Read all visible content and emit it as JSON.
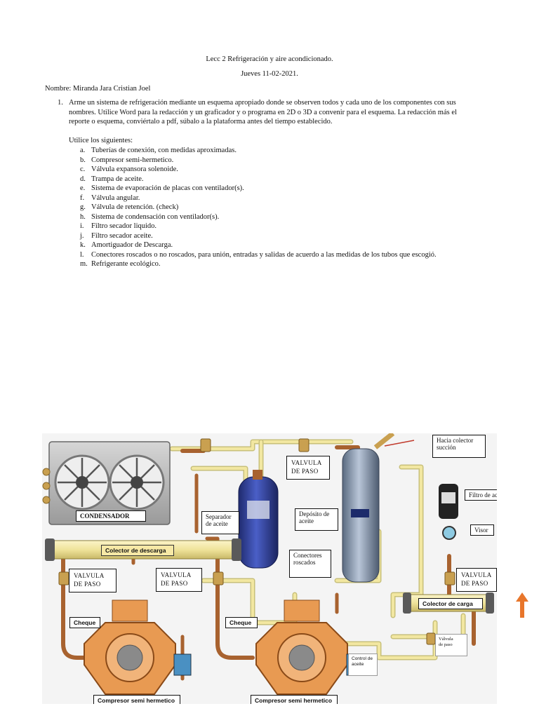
{
  "document": {
    "title": "Lecc 2 Refrigeración y aire acondicionado.",
    "date": "Jueves 11-02-2021.",
    "name_line": "Nombre: Miranda Jara Cristian Joel",
    "item1_number": "1.",
    "item1_lines": [
      "Arme un sistema de refrigeración mediante un esquema apropiado donde se observen todos y cada uno de los componentes con sus",
      "nombres. Utilice Word para la redacción y un graficador y o programa en 2D o 3D a convenir para el esquema. La redacción más el",
      "reporte o esquema, conviértalo a pdf, súbalo a la plataforma antes del tiempo establecido."
    ],
    "use_following": "Utilice los siguientes:",
    "list": [
      {
        "letter": "a.",
        "text": "Tuberías de conexión, con medidas aproximadas."
      },
      {
        "letter": "b.",
        "text": "Compresor semi-hermetico."
      },
      {
        "letter": "c.",
        "text": "Válvula expansora solenoide."
      },
      {
        "letter": "d.",
        "text": "Trampa de aceite."
      },
      {
        "letter": "e.",
        "text": "Sistema de evaporación de placas con ventilador(s)."
      },
      {
        "letter": "f.",
        "text": "Válvula angular."
      },
      {
        "letter": "g.",
        "text": "Válvula de retención. (check)"
      },
      {
        "letter": "h.",
        "text": "Sistema de condensación con ventilador(s)."
      },
      {
        "letter": "i.",
        "text": "Filtro secador liquido."
      },
      {
        "letter": "j.",
        "text": "Filtro secador aceite."
      },
      {
        "letter": "k.",
        "text": "Amortiguador de Descarga."
      },
      {
        "letter": "l.",
        "text": "Conectores roscados o no roscados, para unión, entradas y salidas de acuerdo a las medidas de los tubos que escogió."
      },
      {
        "letter": "m.",
        "text": "Refrigerante ecológico."
      }
    ]
  },
  "diagram": {
    "labels": {
      "condensador": "CONDENSADOR",
      "separador_1": "Separador",
      "separador_2": "de aceite",
      "valvula_paso_top_1": "VALVULA",
      "valvula_paso_top_2": "DE PASO",
      "deposito_1": "Depósito de",
      "deposito_2": "aceite",
      "hacia_colector_1": "Hacia colector",
      "hacia_colector_2": "succión",
      "filtro_aceite": "Filtro de aceite",
      "visor": "Visor",
      "colector_descarga": "Colector de descarga",
      "conectores_1": "Conectores",
      "conectores_2": "roscados",
      "valvula_left_1": "VALVULA",
      "valvula_left_2": "DE PASO",
      "valvula_mid_1": "VALVULA",
      "valvula_mid_2": "DE PASO",
      "valvula_right_1": "VALVULA",
      "valvula_right_2": "DE PASO",
      "colector_carga": "Colector de carga",
      "cheque_left": "Cheque",
      "cheque_mid": "Cheque",
      "valvula_small_1": "Válvula",
      "valvula_small_2": "de paso",
      "control_aceite_1": "Control de",
      "control_aceite_2": "aceite",
      "compresor_left": "Compresor semi hermetico",
      "compresor_mid": "Compresor semi hermetico"
    },
    "colors": {
      "pipe_copper": "#b8743f",
      "pipe_yellow": "#f2e7a1",
      "tank_blue": "#2f3f9c",
      "compressor_orange": "#e89a52",
      "arrow_orange": "#e8762b"
    }
  }
}
